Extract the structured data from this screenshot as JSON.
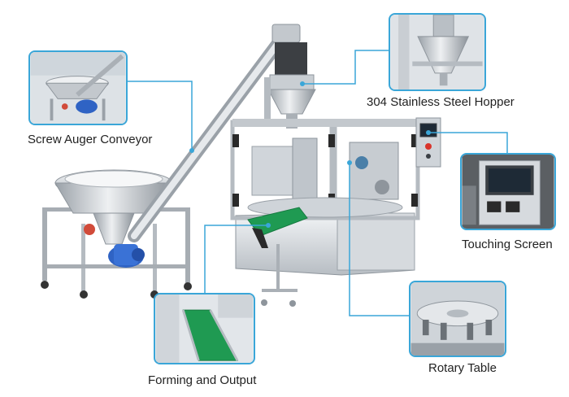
{
  "callouts": {
    "screw_auger": {
      "label": "Screw Auger Conveyor"
    },
    "hopper": {
      "label": "304 Stainless Steel Hopper"
    },
    "touch_screen": {
      "label": "Touching Screen"
    },
    "forming_output": {
      "label": "Forming and Output"
    },
    "rotary_table": {
      "label": "Rotary Table"
    }
  },
  "colors": {
    "callout_line": "#3aa6d8",
    "steel_light": "#e4e7ea",
    "steel_mid": "#c3c8cd",
    "steel_dark": "#8e959c",
    "motor_blue": "#2f63c4",
    "belt_green": "#1f9a52",
    "guard_black": "#2a2a2a",
    "screen_bezel": "#3a3f44"
  }
}
